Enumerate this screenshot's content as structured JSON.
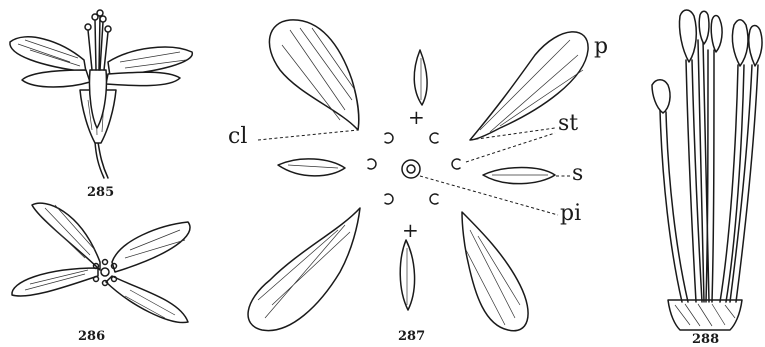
{
  "figures": {
    "fig285": {
      "number": "285"
    },
    "fig286": {
      "number": "286"
    },
    "fig287": {
      "number": "287",
      "labels": {
        "calyx": "cl",
        "petal": "p",
        "stamen": "st",
        "sepal": "s",
        "pistil": "pi"
      },
      "plus_symbols": [
        "+",
        "+"
      ]
    },
    "fig288": {
      "number": "288"
    }
  }
}
